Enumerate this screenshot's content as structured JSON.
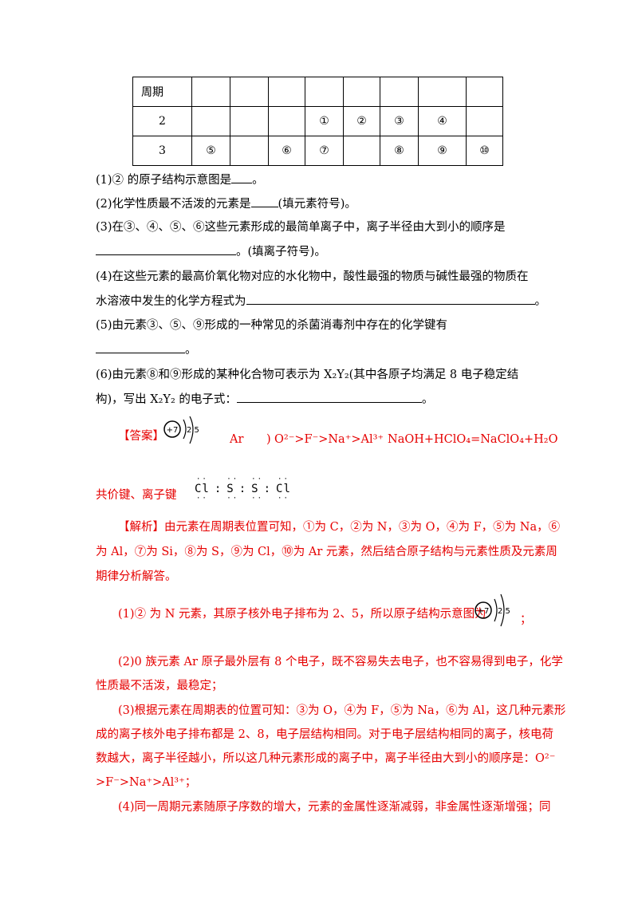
{
  "table": {
    "rows": [
      [
        "周期",
        "",
        "",
        "",
        "",
        "",
        "",
        "",
        ""
      ],
      [
        "2",
        "",
        "",
        "",
        "①",
        "②",
        "③",
        "④",
        ""
      ],
      [
        "3",
        "⑤",
        "",
        "⑥",
        "⑦",
        "",
        "⑧",
        "⑨",
        "⑩"
      ]
    ]
  },
  "questions": {
    "q1": "(1)② 的原子结构示意图是",
    "q1_end": "。",
    "q2": "(2)化学性质最不活泼的元素是",
    "q2_end": "(填元素符号)。",
    "q3_a": "(3)在③、④、⑤、⑥这些元素形成的最简单离子中，离子半径由大到小的顺序是",
    "q3_b_end": "。(填离子符号)。",
    "q4_a": "(4)在这些元素的最高价氧化物对应的水化物中，酸性最强的物质与碱性最强的物质在",
    "q4_b": "水溶液中发生的化学方程式为",
    "q4_b_end": "。",
    "q5_a": "(5)由元素③、⑤、⑨形成的一种常见的杀菌消毒剂中存在的化学键有",
    "q5_b_end": "。",
    "q6_a": "(6)由元素⑧和⑨形成的某种化合物可表示为 X₂Y₂(其中各原子均满足 8 电子稳定结",
    "q6_b": "构)，写出 X₂Y₂ 的电子式：",
    "q6_b_end": "。"
  },
  "answer": {
    "label": "【答案】",
    "atom_nucleus": "+7",
    "atom_shells": "2 5",
    "ar": "Ar",
    "paren": ")",
    "ions": "O²⁻>F⁻>Na⁺>Al³⁺",
    "equation": "NaOH+HClO₄=NaClO₄+H₂O",
    "bonds": "共价键、离子键",
    "lewis": [
      "Cl",
      "S",
      "S",
      "Cl"
    ]
  },
  "analysis": {
    "l1": "【解析】由元素在周期表位置可知，①为 C，②为 N，③为 O，④为 F，⑤为 Na，⑥",
    "l2": "为 Al，⑦为 Si，⑧为 S，⑨为 Cl，⑩为 Ar 元素，然后结合原子结构与元素性质及元素周",
    "l3": "期律分析解答。",
    "p1": "(1)② 为 N 元素，其原子核外电子排布为 2、5，所以原子结构示意图为",
    "p1_end": "；",
    "p2_a": "(2)0 族元素 Ar 原子最外层有 8 个电子，既不容易失去电子，也不容易得到电子，化学",
    "p2_b": "性质最不活泼，最稳定；",
    "p3_a": "(3)根据元素在周期表的位置可知：③为 O，④为 F，⑤为 Na，⑥为 Al，这几种元素形",
    "p3_b": "成的离子核外电子排布都是 2、8，电子层结构相同。对于电子层结构相同的离子，核电荷",
    "p3_c": "数越大，离子半径越小，所以这几种元素形成的离子中，离子半径由大到小的顺序是：O²⁻",
    "p3_d": ">F⁻>Na⁺>Al³⁺；",
    "p4_a": "(4)同一周期元素随原子序数的增大，元素的金属性逐渐减弱，非金属性逐渐增强；同"
  },
  "colors": {
    "answer_red": "#e60000",
    "text_black": "#000000"
  }
}
